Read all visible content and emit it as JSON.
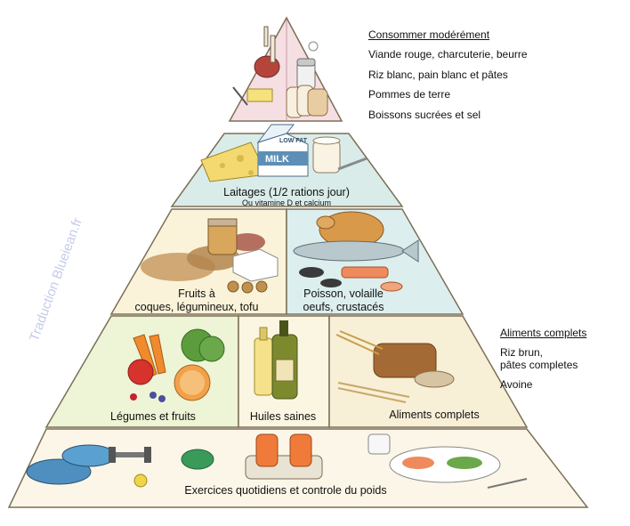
{
  "moderate": {
    "heading": "Consommer modérément",
    "items": [
      "Viande rouge, charcuterie, beurre",
      "Riz blanc, pain blanc et pâtes",
      "Pommes de terre",
      "Boissons sucrées et sel"
    ]
  },
  "whole_grains_note": {
    "heading": "Aliments complets",
    "items": [
      "Riz brun,\npâtes completes",
      "Avoine"
    ]
  },
  "tiers": {
    "dairy": {
      "label": "Laitages (1/2 rations jour)",
      "sublabel": "Ou vitamine D et calcium"
    },
    "nuts": {
      "label_line1": "Fruits à",
      "label_line2": "coques, légumineux, tofu"
    },
    "protein": {
      "label_line1": "Poisson, volaille",
      "label_line2": "oeufs, crustacés"
    },
    "vegetables": {
      "label": "Légumes et fruits"
    },
    "oils": {
      "label": "Huiles saines"
    },
    "grains": {
      "label": "Aliments complets"
    },
    "exercise": {
      "label": "Exercices quotidiens et controle du poids"
    }
  },
  "illustration_text": {
    "milk_carton_top": "LOW FAT",
    "milk_carton": "MILK"
  },
  "watermark": "Traduction Blueiean.fr",
  "colors": {
    "top": "#f5dfe3",
    "dairy": "#d9ece9",
    "nuts": "#faf3d9",
    "protein": "#dcefee",
    "vegetables": "#eef4d6",
    "oils": "#fbf6e2",
    "grains": "#f8efd7",
    "exercise": "#fbf6e7",
    "edge": "#7c6f57"
  }
}
